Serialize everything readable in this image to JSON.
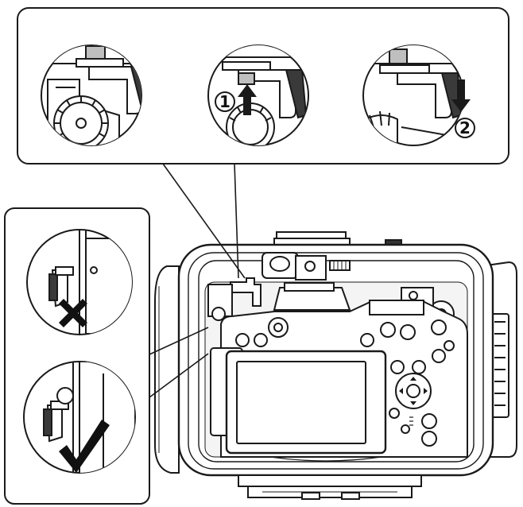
{
  "diagram": {
    "step_markers": [
      {
        "number": "1",
        "direction": "up"
      },
      {
        "number": "2",
        "direction": "down"
      }
    ],
    "verdicts": [
      {
        "symbol": "cross",
        "meaning": "incorrect"
      },
      {
        "symbol": "check",
        "meaning": "correct"
      }
    ],
    "colors": {
      "line": "#1a1a1a",
      "fill": "#ffffff",
      "shade": "#bfbfbf",
      "dark": "#3a3a3a"
    }
  }
}
